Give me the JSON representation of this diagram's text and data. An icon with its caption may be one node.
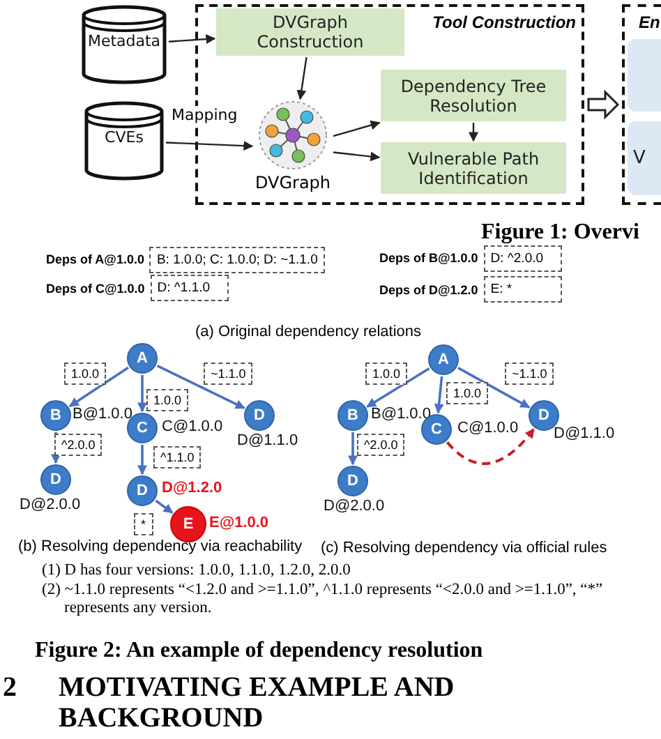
{
  "diagram": {
    "nodes": [
      {
        "text": [
          "Metadata"
        ]
      },
      {
        "text": [
          "Tool Construction"
        ]
      },
      {
        "text": [
          "DVGraph Construction"
        ],
        "in": 1
      },
      {
        "text": [
          "CVEs"
        ]
      },
      {
        "text": [
          "DVGraph"
        ],
        "in": 1
      },
      {
        "text": [
          "Dependency Tree Resolution"
        ],
        "in": 1
      },
      {
        "text": [
          "Vulnerable Path Identification"
        ],
        "in": 1
      },
      {
        "text": [
          "En"
        ]
      },
      {
        "text": [],
        "shape": "box",
        "in": 7
      },
      {
        "text": [
          "V"
        ],
        "in": 7
      },
      {
        "text": [
          "Deps of A@1.0.0",
          "B: 1.0.0; C: 1.0.0; D: ~1.1.0"
        ]
      },
      {
        "text": [
          "Deps of B@1.0.0",
          "D: ^2.0.0"
        ]
      },
      {
        "text": [
          "Deps of C@1.0.0",
          "D: ^1.1.0"
        ]
      },
      {
        "text": [
          "Deps of D@1.2.0",
          "E: *"
        ]
      },
      {
        "text": [
          "A"
        ]
      },
      {
        "text": [
          "B"
        ],
        "beside": [
          "B@1.0.0"
        ]
      },
      {
        "text": [
          "C"
        ],
        "beside": [
          "C@1.0.0"
        ]
      },
      {
        "text": [
          "D"
        ],
        "beside": [
          "D@1.1.0"
        ]
      },
      {
        "text": [
          "D"
        ],
        "beside": [
          "D@2.0.0"
        ]
      },
      {
        "text": [
          "D"
        ],
        "beside": [
          "D@1.2.0"
        ]
      },
      {
        "text": [
          "E"
        ],
        "beside": [
          "E@1.0.0"
        ]
      },
      {
        "text": [
          "A"
        ]
      },
      {
        "text": [
          "B"
        ],
        "beside": [
          "B@1.0.0"
        ]
      },
      {
        "text": [
          "C"
        ],
        "beside": [
          "C@1.0.0"
        ]
      },
      {
        "text": [
          "D"
        ],
        "beside": [
          "D@1.1.0"
        ]
      },
      {
        "text": [
          "D"
        ],
        "beside": [
          "D@2.0.0"
        ]
      }
    ],
    "edges": [
      {
        "from": 0,
        "to": 2,
        "arrow": "to",
        "color": "#222222"
      },
      {
        "from": 3,
        "to": 4,
        "arrow": "to",
        "label": "Mapping",
        "color": "#222222"
      },
      {
        "from": 2,
        "to": 4,
        "arrow": "to",
        "color": "#222222"
      },
      {
        "from": 4,
        "to": 5,
        "arrow": "to",
        "color": "#222222"
      },
      {
        "from": 4,
        "to": 6,
        "arrow": "to",
        "color": "#222222"
      },
      {
        "from": 5,
        "to": 6,
        "arrow": "to",
        "color": "#222222"
      },
      {
        "from": 1,
        "to": 7,
        "arrow": "to",
        "style": "thick",
        "color": "#222222"
      },
      {
        "from": 14,
        "to": 15,
        "arrow": "to",
        "label": "1.0.0"
      },
      {
        "from": 14,
        "to": 16,
        "arrow": "to",
        "label": "1.0.0"
      },
      {
        "from": 14,
        "to": 17,
        "arrow": "to",
        "label": "~1.1.0"
      },
      {
        "from": 15,
        "to": 18,
        "arrow": "to",
        "label": "^2.0.0"
      },
      {
        "from": 16,
        "to": 19,
        "arrow": "to",
        "label": "^1.1.0"
      },
      {
        "from": 19,
        "to": 20,
        "arrow": "to",
        "label": "*"
      },
      {
        "from": 21,
        "to": 22,
        "arrow": "to",
        "label": "1.0.0"
      },
      {
        "from": 21,
        "to": 23,
        "arrow": "to",
        "label": "1.0.0"
      },
      {
        "from": 21,
        "to": 24,
        "arrow": "to",
        "label": "~1.1.0"
      },
      {
        "from": 22,
        "to": 25,
        "arrow": "to",
        "label": "^2.0.0"
      },
      {
        "from": 23,
        "to": 24,
        "arrow": "to",
        "style": "dashed",
        "color": "#c8202a"
      }
    ],
    "labels": [
      "Figure 1: Overvi",
      "(a) Original dependency relations",
      "(b) Resolving dependency via reachability",
      "(c) Resolving dependency via official rules",
      "(1) D has four versions: 1.0.0, 1.1.0, 1.2.0, 2.0.0",
      "(2) ~1.1.0 represents “<1.2.0 and >=1.1.0”, ^1.1.0 represents “<2.0.0 and >=1.1.0”, “*” represents any version.",
      "Figure 2: An example of dependency resolution",
      "2",
      "MOTIVATING EXAMPLE AND BACKGROUND"
    ]
  }
}
